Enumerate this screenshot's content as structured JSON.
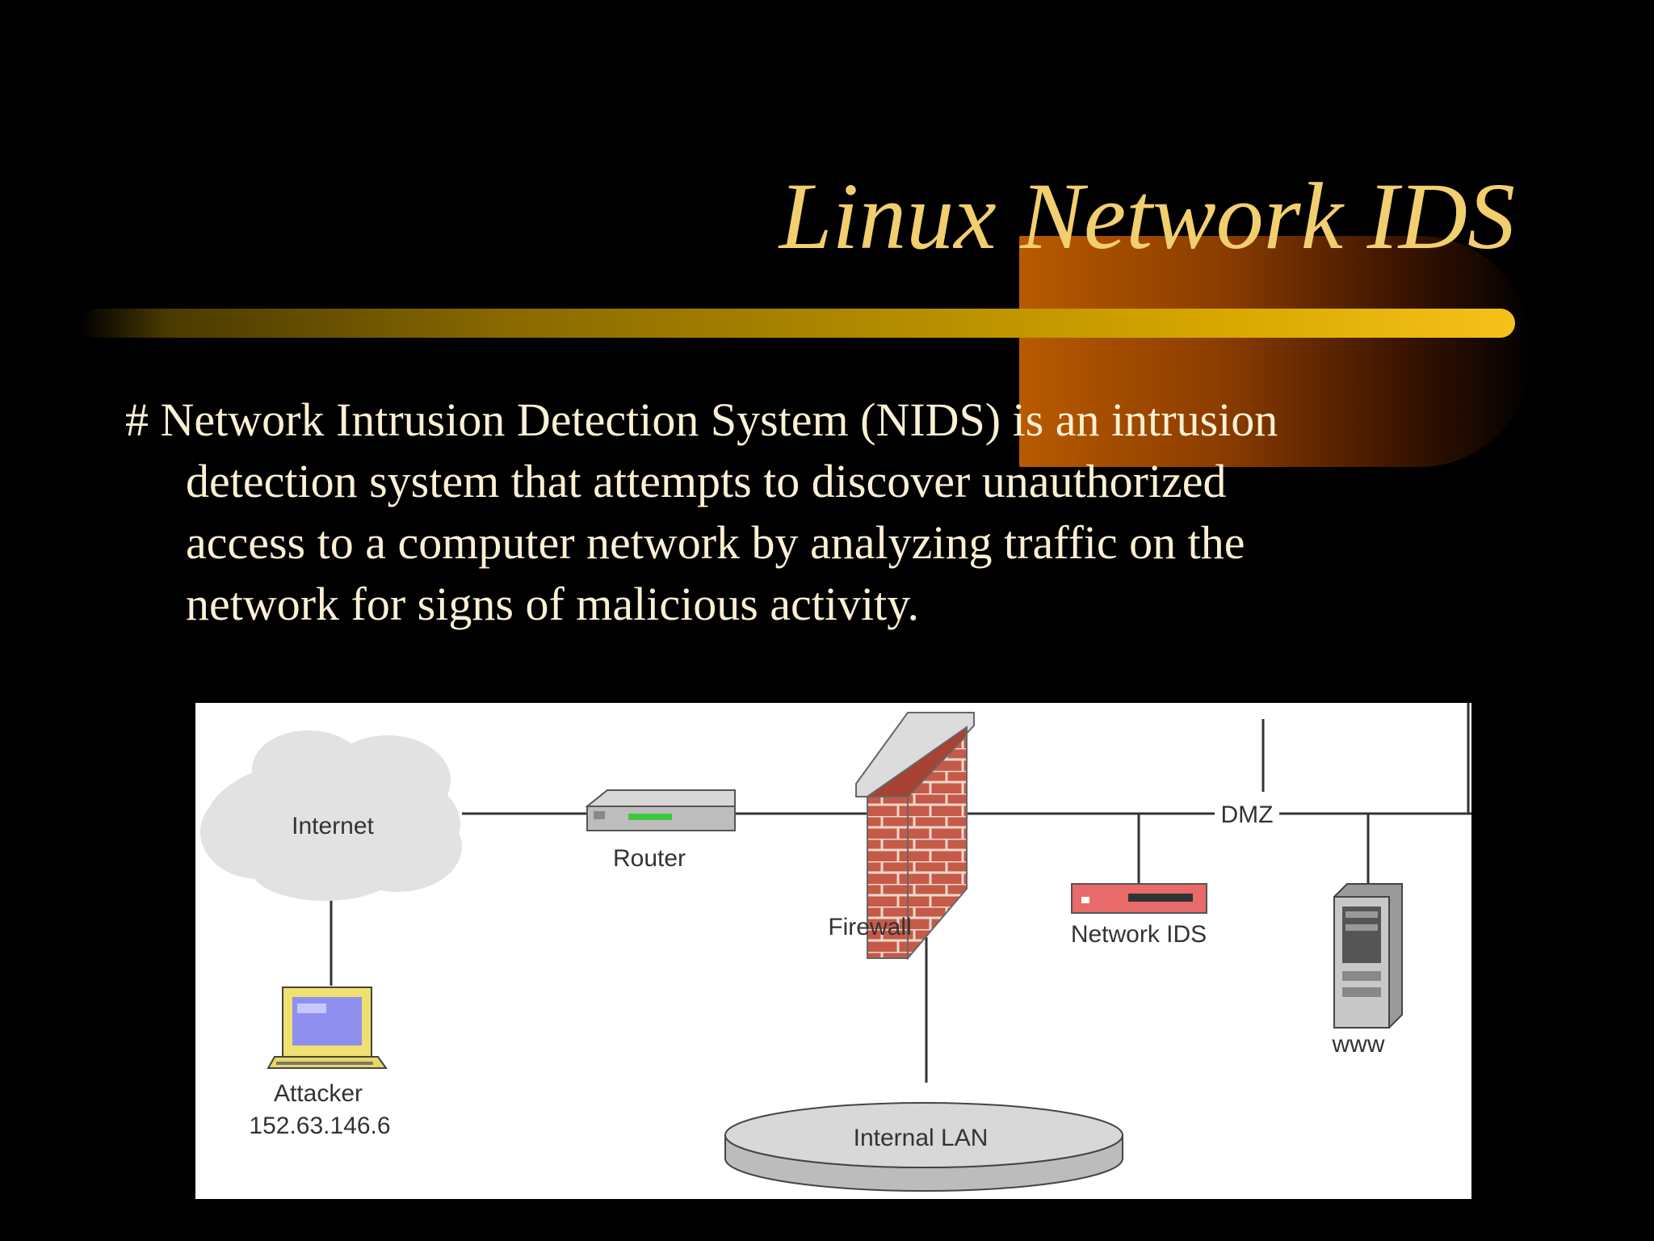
{
  "slide": {
    "title": "Linux Network IDS",
    "bullet_marker": "#",
    "bullet_lines": [
      "Network Intrusion Detection System (NIDS) is an intrusion",
      "detection system that attempts to discover unauthorized",
      "access to a computer network by analyzing traffic on the",
      "network for signs of malicious activity."
    ]
  },
  "diagram": {
    "internet_label": "Internet",
    "router_label": "Router",
    "firewall_label": "Firewall",
    "dmz_label": "DMZ",
    "network_ids_label": "Network IDS",
    "www_label": "www",
    "attacker_label": "Attacker",
    "attacker_ip": "152.63.146.6",
    "internal_lan_label": "Internal LAN"
  },
  "colors": {
    "background": "#000000",
    "title": "#f2cf6e",
    "body_text": "#fbf0d3",
    "accent_bar": "#f5c21a",
    "firewall_brick": "#c05040",
    "ids_red": "#e04040"
  }
}
